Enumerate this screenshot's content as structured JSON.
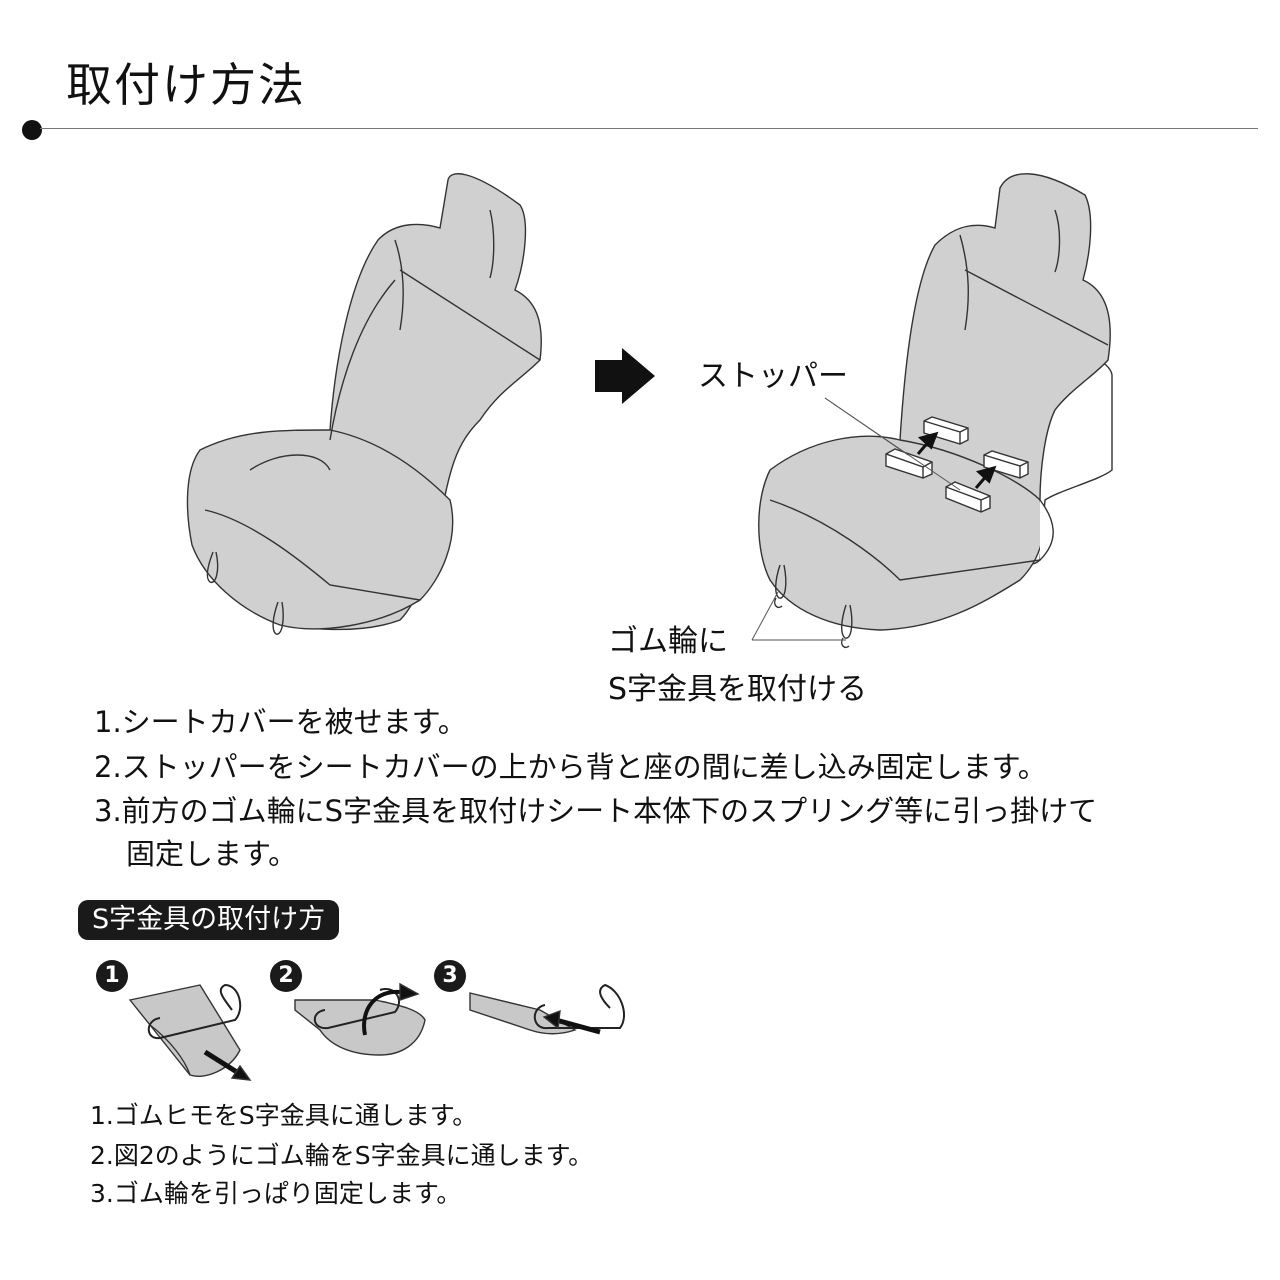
{
  "header": {
    "title": "取付け方法"
  },
  "diagram": {
    "stopper_label": "ストッパー",
    "hook_label_line1": "ゴム輪に",
    "hook_label_line2": "S字金具を取付ける"
  },
  "steps": [
    "1.シートカバーを被せます。",
    "2.ストッパーをシートカバーの上から背と座の間に差し込み固定します。",
    "3.前方のゴム輪にS字金具を取付けシート本体下のスプリング等に引っ掛けて",
    "固定します。"
  ],
  "hook_section": {
    "badge": "S字金具の取付け方",
    "figure_numbers": [
      "1",
      "2",
      "3"
    ],
    "steps": [
      "1.ゴムヒモをS字金具に通します。",
      "2.図2のようにゴム輪をS字金具に通します。",
      "3.ゴム輪を引っぱり固定します。"
    ]
  },
  "colors": {
    "seat_fill": "#cfcfcf",
    "ink": "#111111",
    "strap_fill": "#c8c8c8"
  }
}
